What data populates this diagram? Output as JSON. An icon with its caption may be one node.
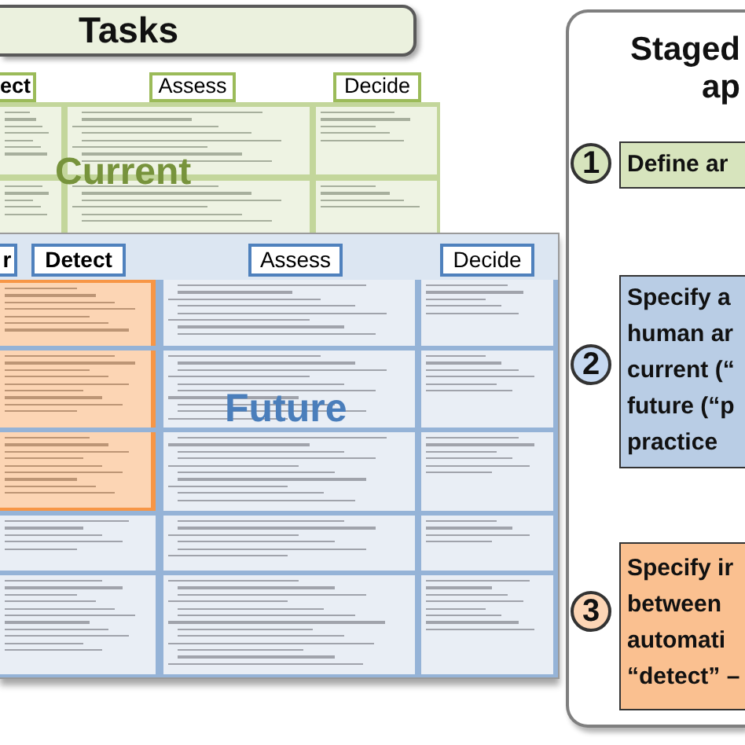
{
  "diagram": {
    "nodes": [
      {
        "text": [
          "Tasks"
        ]
      },
      {
        "text": [
          "ect"
        ]
      },
      {
        "text": [
          "Assess"
        ]
      },
      {
        "text": [
          "Decide"
        ]
      },
      {
        "text": [
          "Current"
        ]
      },
      {
        "text": [
          "Future"
        ]
      },
      {
        "text": [
          "r"
        ],
        "in": 5
      },
      {
        "text": [
          "Detect"
        ],
        "in": 5
      },
      {
        "text": [
          "Assess"
        ],
        "in": 5
      },
      {
        "text": [
          "Decide"
        ],
        "in": 5
      },
      {
        "text": [
          "Staged ap"
        ]
      },
      {
        "text": [
          "1"
        ],
        "in": 10
      },
      {
        "text": [
          "Define ar"
        ],
        "in": 10
      },
      {
        "text": [
          "2"
        ],
        "in": 10
      },
      {
        "text": [
          "Specify a human ar current (“ future (“p practice"
        ],
        "in": 10
      },
      {
        "text": [
          "3"
        ],
        "in": 10
      },
      {
        "text": [
          "Specify ir between automati “detect” –"
        ],
        "in": 10
      }
    ]
  }
}
